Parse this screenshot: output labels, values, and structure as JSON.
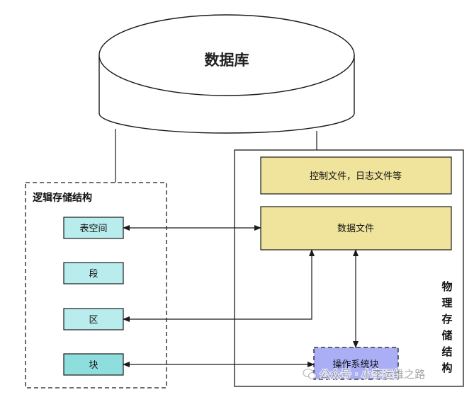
{
  "database": {
    "title": "数据库"
  },
  "logical": {
    "title": "逻辑存储结构",
    "items": [
      "表空间",
      "段",
      "区",
      "块"
    ]
  },
  "physical": {
    "title_chars": [
      "物",
      "理",
      "存",
      "储",
      "结",
      "构"
    ],
    "control_files_label": "控制文件，日志文件等",
    "data_files_label": "数据文件",
    "os_block_label": "操作系统块"
  },
  "watermark": {
    "text": "公众号 · 小李运维之路"
  },
  "colors": {
    "logical_item_fill": "#b9ecec",
    "logical_block_fill": "#8fdede",
    "file_fill": "#f0e49c",
    "os_block_fill": "#a9aef5",
    "stroke": "#1a1a1a"
  }
}
